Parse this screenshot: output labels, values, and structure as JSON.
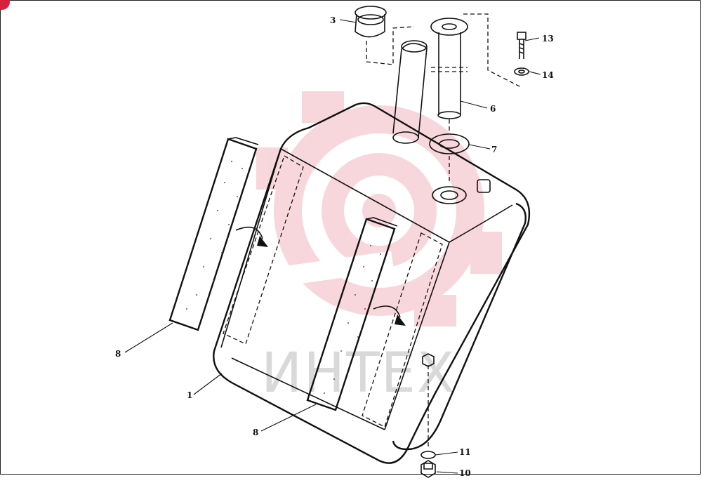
{
  "watermark": {
    "text": "ИНТЕХ",
    "logo_color": "#f2b8bf",
    "text_color": "#d9d9d9"
  },
  "accent_color": "#d8203a",
  "callouts": [
    {
      "id": "c-3",
      "label": "3"
    },
    {
      "id": "c-13",
      "label": "13"
    },
    {
      "id": "c-14",
      "label": "14"
    },
    {
      "id": "c-6",
      "label": "6"
    },
    {
      "id": "c-7",
      "label": "7"
    },
    {
      "id": "c-8a",
      "label": "8"
    },
    {
      "id": "c-1",
      "label": "1"
    },
    {
      "id": "c-8b",
      "label": "8"
    },
    {
      "id": "c-11",
      "label": "11"
    },
    {
      "id": "c-10",
      "label": "10"
    }
  ]
}
